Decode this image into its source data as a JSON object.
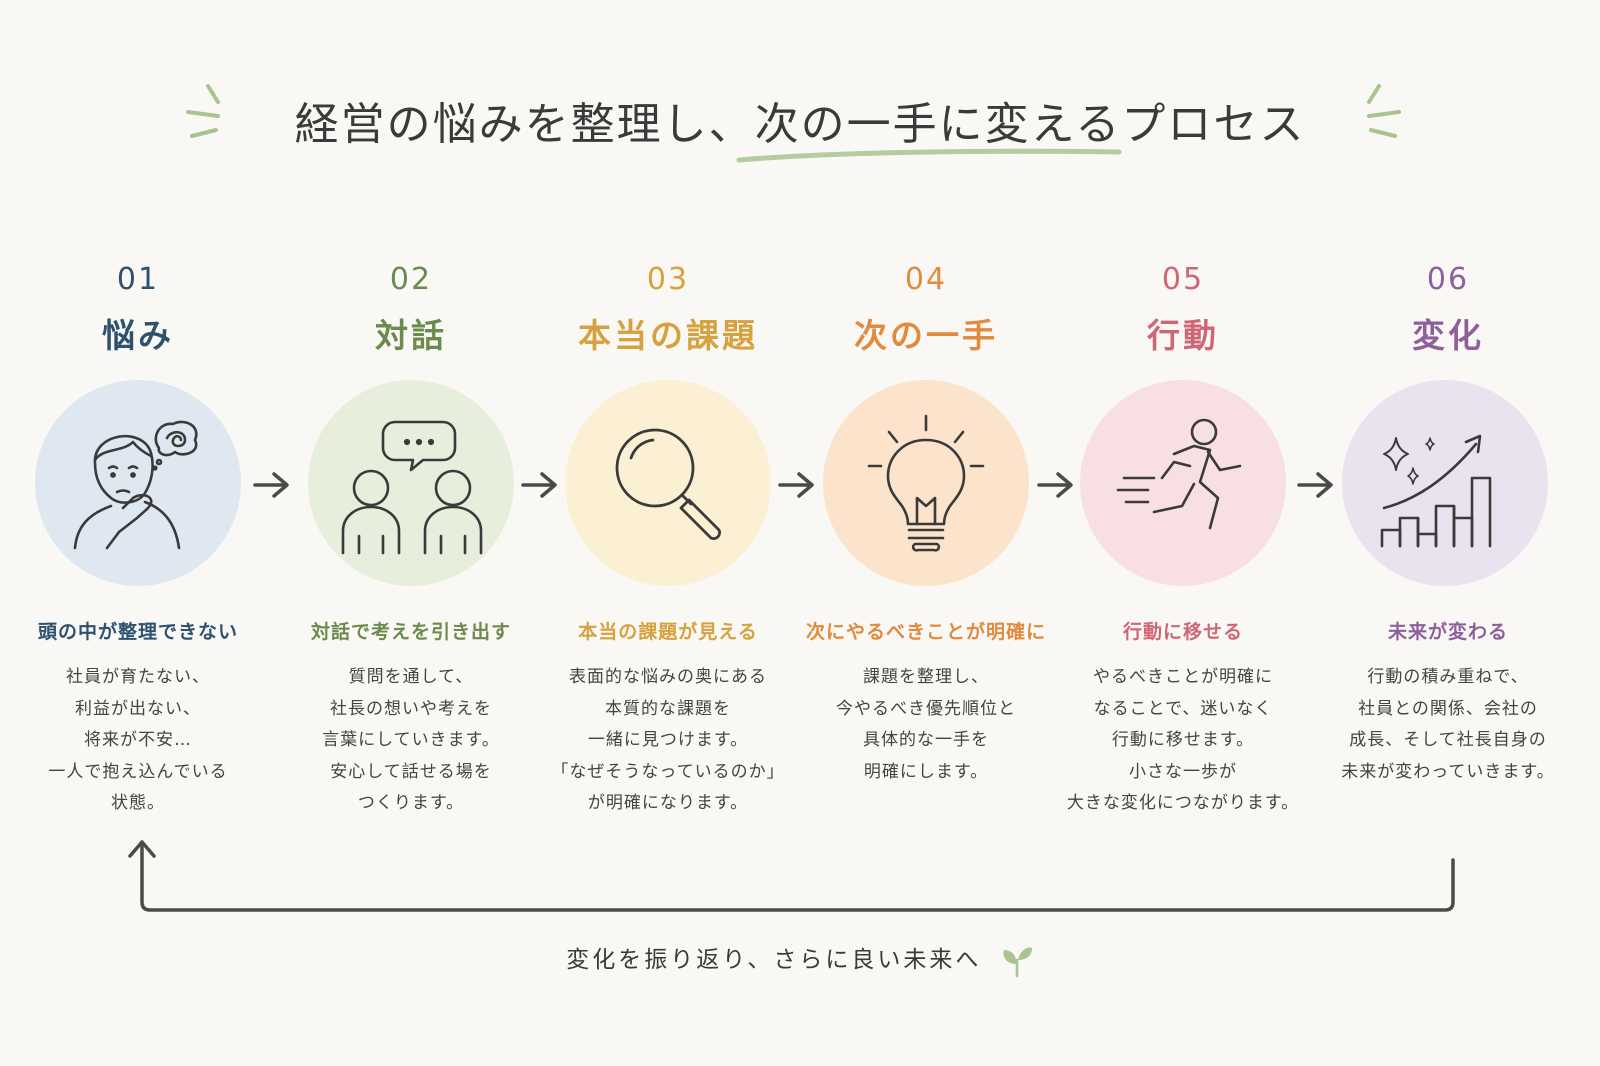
{
  "title": "経営の悩みを整理し、次の一手に変えるプロセス",
  "colors": {
    "background": "#faf8f4",
    "accent_green": "#a9c48e",
    "line": "#4a4a4a"
  },
  "steps": [
    {
      "number": "01",
      "name": "悩み",
      "color": "#2f5170",
      "circle_color": "#dfe7f0",
      "icon": "worried-person-icon",
      "heading": "頭の中が整理できない",
      "desc": [
        "社員が育たない、",
        "利益が出ない、",
        "将来が不安…",
        "一人で抱え込んでいる",
        "状態。"
      ]
    },
    {
      "number": "02",
      "name": "対話",
      "color": "#6b8a4d",
      "circle_color": "#e7efdc",
      "icon": "conversation-icon",
      "heading": "対話で考えを引き出す",
      "desc": [
        "質問を通して、",
        "社長の想いや考えを",
        "言葉にしていきます。",
        "安心して話せる場を",
        "つくります。"
      ]
    },
    {
      "number": "03",
      "name": "本当の課題",
      "color": "#d6a13f",
      "circle_color": "#fbf0d3",
      "icon": "magnifying-glass-icon",
      "heading": "本当の課題が見える",
      "desc": [
        "表面的な悩みの奥にある",
        "本質的な課題を",
        "一緒に見つけます。",
        "「なぜそうなっているのか」",
        "が明確になります。"
      ]
    },
    {
      "number": "04",
      "name": "次の一手",
      "color": "#e08b3f",
      "circle_color": "#fbe4cb",
      "icon": "lightbulb-icon",
      "heading": "次にやるべきことが明確に",
      "desc": [
        "課題を整理し、",
        "今やるべき優先順位と",
        "具体的な一手を",
        "明確にします。"
      ]
    },
    {
      "number": "05",
      "name": "行動",
      "color": "#cf6676",
      "circle_color": "#f8dfe2",
      "icon": "running-person-icon",
      "heading": "行動に移せる",
      "desc": [
        "やるべきことが明確に",
        "なることで、迷いなく",
        "行動に移せます。",
        "小さな一歩が",
        "大きな変化につながります。"
      ]
    },
    {
      "number": "06",
      "name": "変化",
      "color": "#8d5f9c",
      "circle_color": "#ebe2ef",
      "icon": "growth-chart-icon",
      "heading": "未来が変わる",
      "desc": [
        "行動の積み重ねで、",
        "社員との関係、会社の",
        "成長、そして社長自身の",
        "未来が変わっていきます。"
      ]
    }
  ],
  "footer": "変化を振り返り、さらに良い未来へ"
}
